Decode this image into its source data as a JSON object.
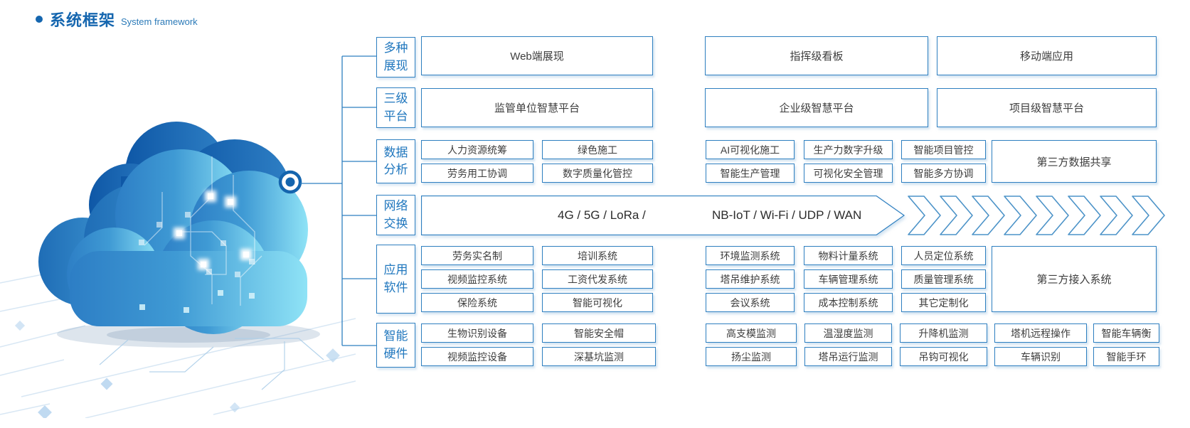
{
  "title": {
    "zh": "系统框架",
    "en": "System framework"
  },
  "colors": {
    "accent_border": "#2e7fc0",
    "title_blue": "#1566af",
    "label_blue": "#2077be",
    "box_text": "#3d3d3d",
    "cloud_dark": "#0e57a6",
    "cloud_light": "#8fe3f6"
  },
  "rows": [
    {
      "label1": "多种",
      "label2": "展现",
      "boxes": [
        "Web端展现",
        "指挥级看板",
        "移动端应用"
      ]
    },
    {
      "label1": "三级",
      "label2": "平台",
      "boxes": [
        "监管单位智慧平台",
        "企业级智慧平台",
        "项目级智慧平台"
      ]
    },
    {
      "label1": "数据",
      "label2": "分析",
      "a": [
        [
          "人力资源统筹",
          "绿色施工"
        ],
        [
          "劳务用工协调",
          "数字质量化管控"
        ]
      ],
      "b": [
        [
          "AI可视化施工",
          "生产力数字升级",
          "智能项目管控"
        ],
        [
          "智能生产管理",
          "可视化安全管理",
          "智能多方协调"
        ]
      ],
      "side": "第三方数据共享"
    },
    {
      "label1": "网络",
      "label2": "交换",
      "left": "4G / 5G / LoRa /",
      "right": "NB-IoT / Wi-Fi / UDP / WAN"
    },
    {
      "label1": "应用",
      "label2": "软件",
      "a": [
        [
          "劳务实名制",
          "培训系统"
        ],
        [
          "视频监控系统",
          "工资代发系统"
        ],
        [
          "保险系统",
          "智能可视化"
        ]
      ],
      "b": [
        [
          "环境监测系统",
          "物料计量系统",
          "人员定位系统"
        ],
        [
          "塔吊维护系统",
          "车辆管理系统",
          "质量管理系统"
        ],
        [
          "会议系统",
          "成本控制系统",
          "其它定制化"
        ]
      ],
      "side": "第三方接入系统"
    },
    {
      "label1": "智能",
      "label2": "硬件",
      "lines": [
        [
          "生物识别设备",
          "智能安全帽",
          "高支模监测",
          "温湿度监测",
          "升降机监测",
          "塔机远程操作",
          "智能车辆衡"
        ],
        [
          "视频监控设备",
          "深基坑监测",
          "扬尘监测",
          "塔吊运行监测",
          "吊钩可视化",
          "车辆识别",
          "智能手环"
        ]
      ]
    }
  ]
}
